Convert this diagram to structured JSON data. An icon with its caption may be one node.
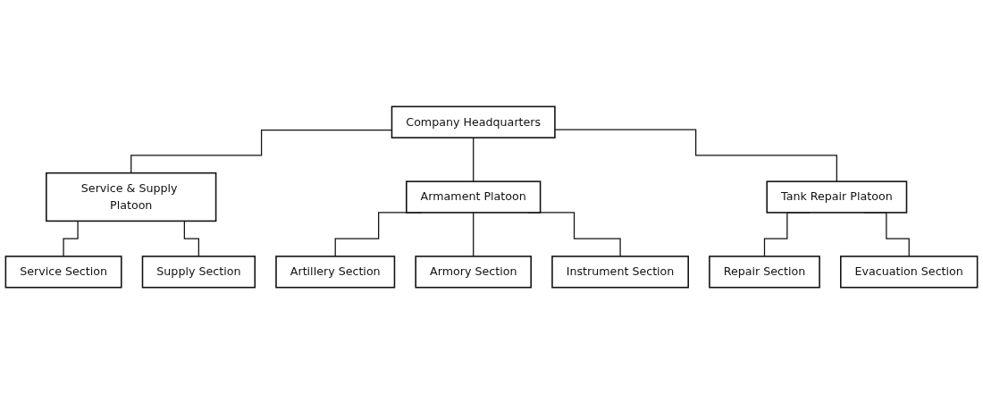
{
  "diagram": {
    "nodes": [
      {
        "text": [
          "Company Headquarters"
        ]
      },
      {
        "text": [
          "Service & Supply Platoon"
        ]
      },
      {
        "text": [
          "Armament Platoon"
        ]
      },
      {
        "text": [
          "Tank Repair Platoon"
        ]
      },
      {
        "text": [
          "Service Section"
        ]
      },
      {
        "text": [
          "Supply Section"
        ]
      },
      {
        "text": [
          "Artillery Section"
        ]
      },
      {
        "text": [
          "Armory Section"
        ]
      },
      {
        "text": [
          "Instrument Section"
        ]
      },
      {
        "text": [
          "Repair Section"
        ]
      },
      {
        "text": [
          "Evacuation Section"
        ]
      }
    ],
    "edges": [
      {
        "from": 0,
        "to": 1,
        "arrow": "none"
      },
      {
        "from": 0,
        "to": 2,
        "arrow": "none"
      },
      {
        "from": 0,
        "to": 3,
        "arrow": "none"
      },
      {
        "from": 1,
        "to": 4,
        "arrow": "none"
      },
      {
        "from": 1,
        "to": 5,
        "arrow": "none"
      },
      {
        "from": 2,
        "to": 6,
        "arrow": "none"
      },
      {
        "from": 2,
        "to": 7,
        "arrow": "none"
      },
      {
        "from": 2,
        "to": 8,
        "arrow": "none"
      },
      {
        "from": 3,
        "to": 9,
        "arrow": "none"
      },
      {
        "from": 3,
        "to": 10,
        "arrow": "none"
      }
    ]
  }
}
